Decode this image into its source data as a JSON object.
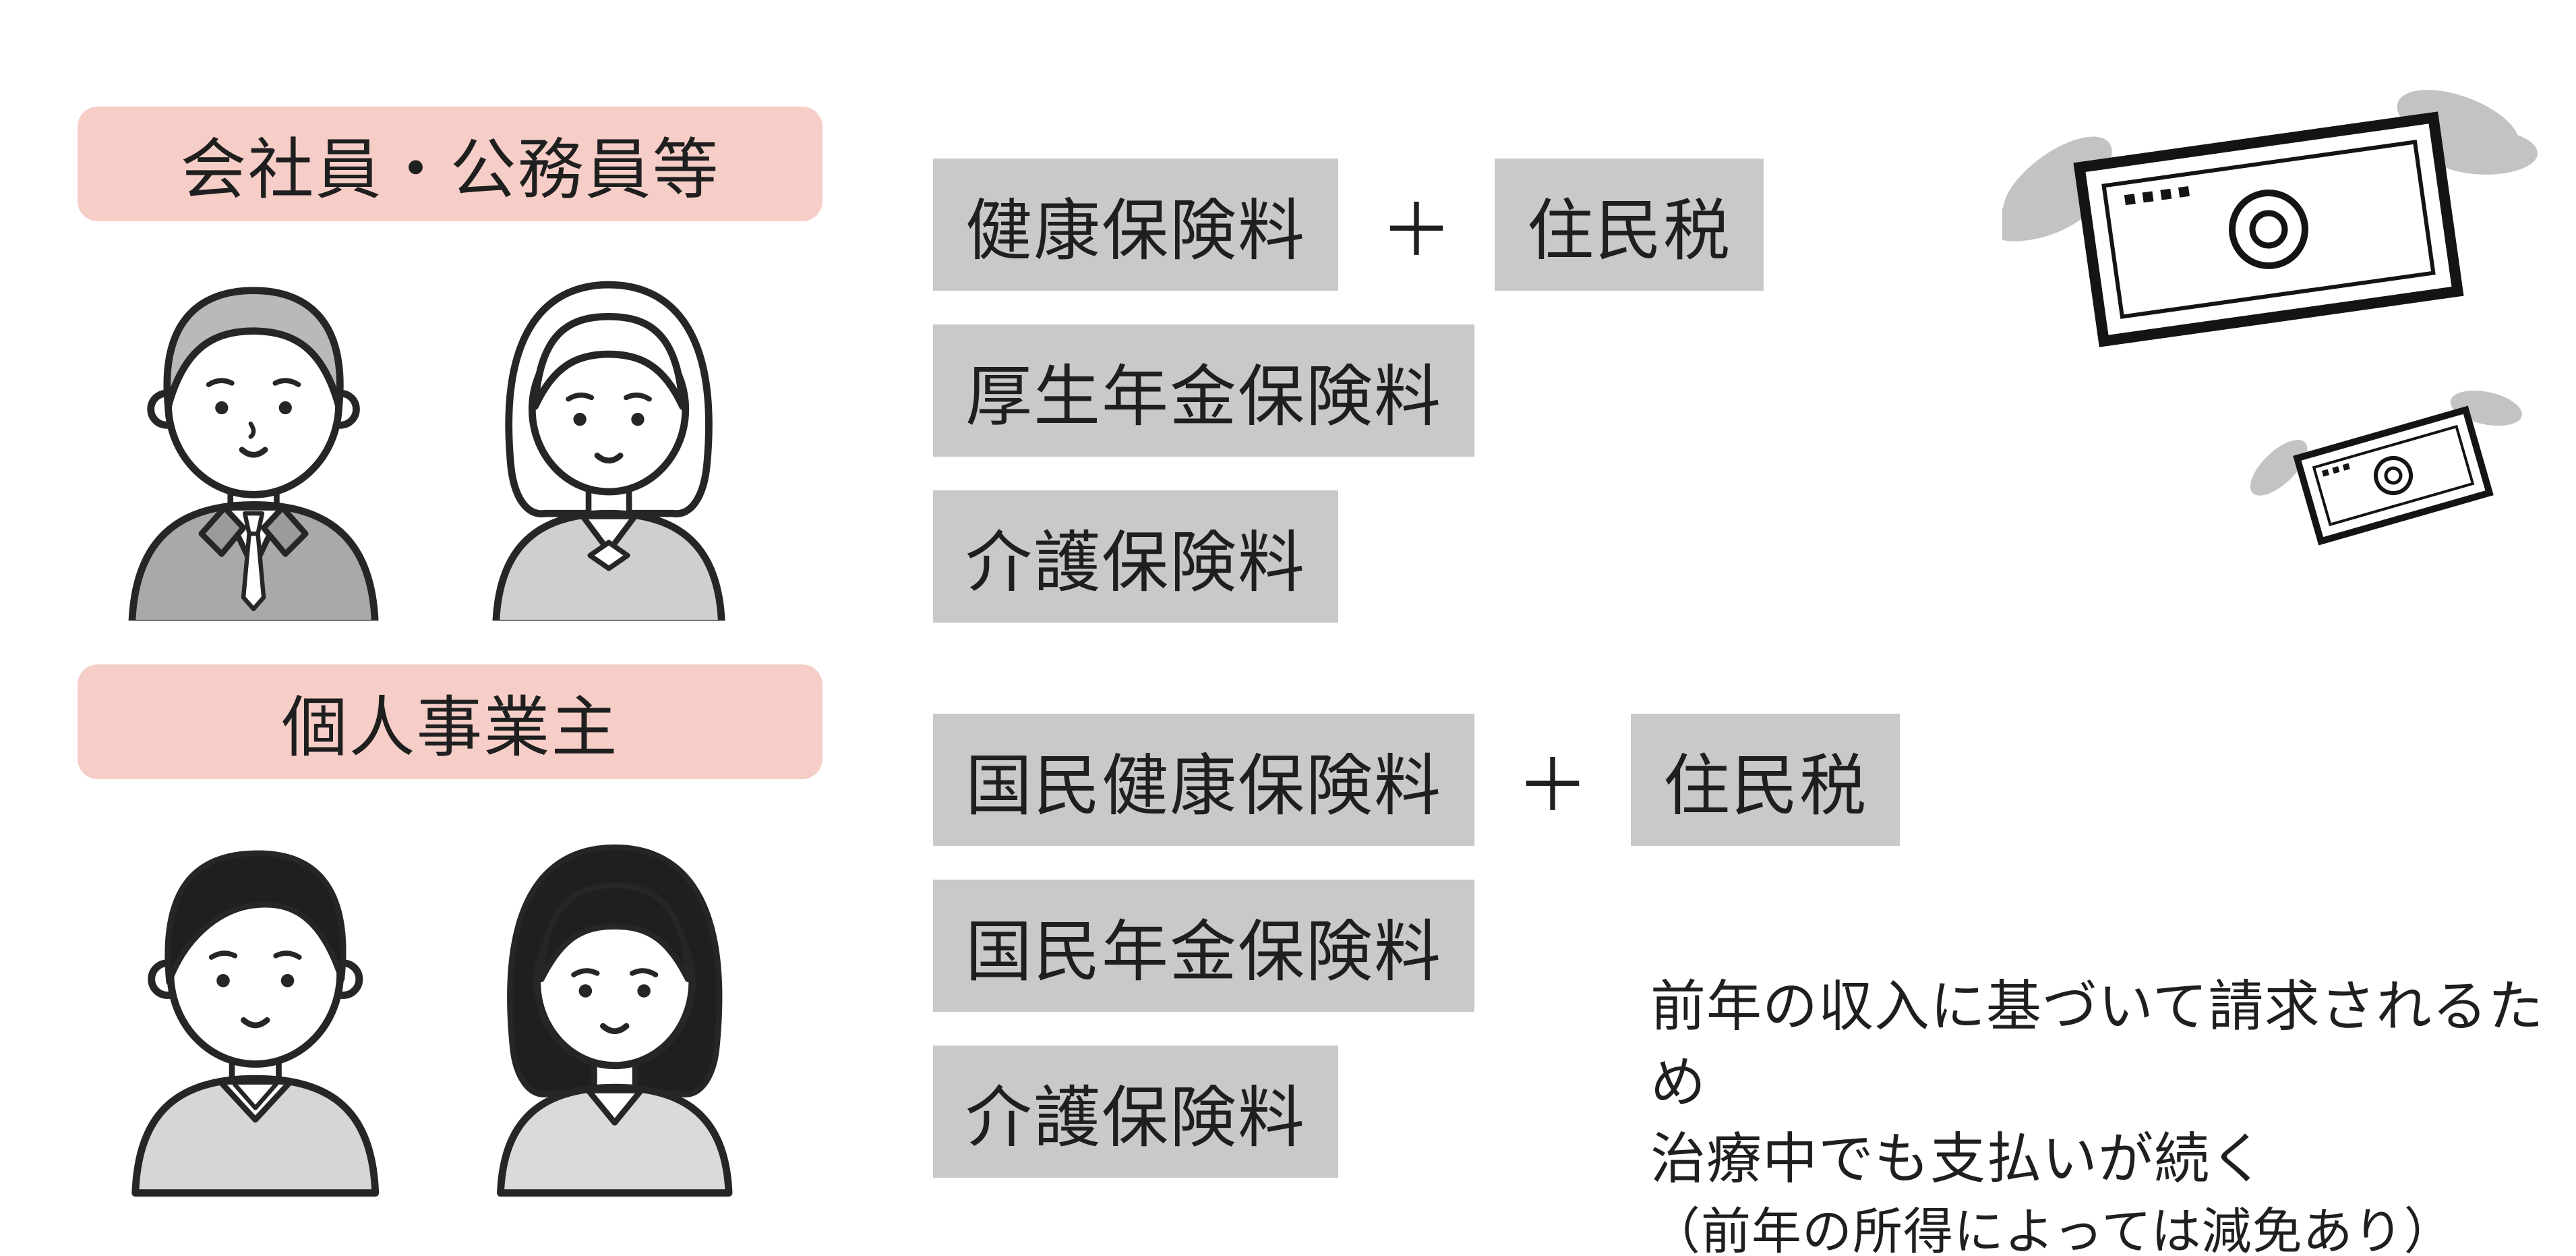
{
  "colors": {
    "label_bg": "#f6cec7",
    "box_bg": "#c9c9c9",
    "text": "#1f1f1f",
    "wing_gray": "#c3c3c3"
  },
  "employee": {
    "label": "会社員・公務員等",
    "items": [
      "健康保険料",
      "厚生年金保険料",
      "介護保険料"
    ],
    "plus": "＋",
    "tax": "住民税"
  },
  "self_employed": {
    "label": "個人事業主",
    "items": [
      "国民健康保険料",
      "国民年金保険料",
      "介護保険料"
    ],
    "plus": "＋",
    "tax": "住民税"
  },
  "note": {
    "line1": "前年の収入に基づいて請求されるため",
    "line2": "治療中でも支払いが続く",
    "line3": "（前年の所得によっては減免あり）"
  },
  "icons": {
    "flying_money": "flying-money-icon",
    "employee_people": "office-workers-illustration",
    "self_employed_people": "self-employed-illustration"
  }
}
